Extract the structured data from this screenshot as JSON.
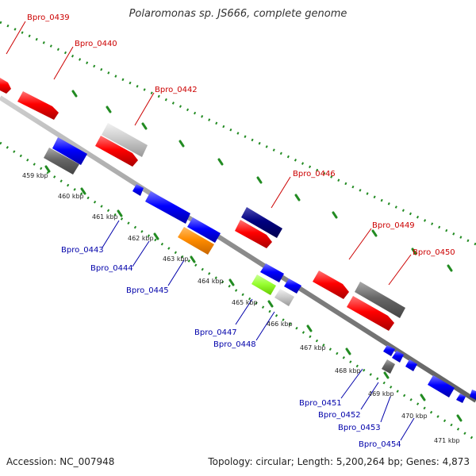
{
  "title": "Polaromonas sp. JS666, complete genome",
  "footer": {
    "accession": "Accession: NC_007948",
    "topology": "Topology: circular; Length: 5,200,264 bp; Genes: 4,873"
  },
  "colors": {
    "forward_label": "#cc0000",
    "reverse_label": "#0000aa",
    "backbone": "#8c8c8c",
    "tick_track": "#228b22"
  },
  "kbp_labels": [
    "459 kbp",
    "460 kbp",
    "461 kbp",
    "462 kbp",
    "463 kbp",
    "464 kbp",
    "465 kbp",
    "466 kbp",
    "467 kbp",
    "468 kbp",
    "469 kbp",
    "470 kbp",
    "471 kbp"
  ],
  "forward_gene_labels": [
    "Bpro_0439",
    "Bpro_0440",
    "Bpro_0442",
    "Bpro_0446",
    "Bpro_0449",
    "Bpro_0450"
  ],
  "reverse_gene_labels": [
    "Bpro_0443",
    "Bpro_0444",
    "Bpro_0445",
    "Bpro_0447",
    "Bpro_0448",
    "Bpro_0451",
    "Bpro_0452",
    "Bpro_0453",
    "Bpro_0454"
  ],
  "feature_colors": [
    "#ff0000",
    "#cccccc",
    "#0000ff",
    "#666666",
    "#ff8c00",
    "#99ff33",
    "#000080"
  ]
}
